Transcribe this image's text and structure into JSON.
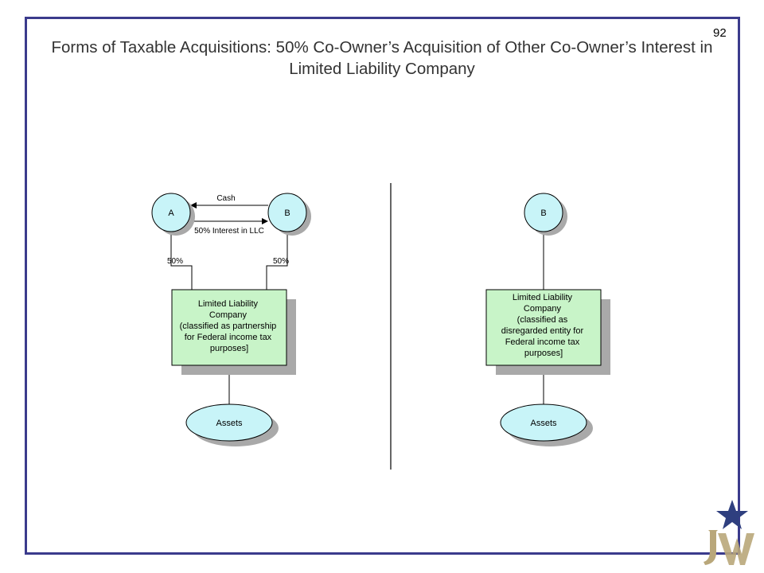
{
  "page_number": "92",
  "title": "Forms of Taxable Acquisitions: 50% Co-Owner’s Acquisition of Other Co-Owner’s Interest in Limited Liability Company",
  "left": {
    "owner_a": "A",
    "owner_b": "B",
    "cash_label": "Cash",
    "interest_label": "50% Interest in LLC",
    "pct_a": "50%",
    "pct_b": "50%",
    "llc_lines": [
      "Limited Liability",
      "Company",
      "(classified as partnership",
      "for Federal income tax",
      "purposes]"
    ],
    "assets": "Assets"
  },
  "right": {
    "owner_b": "B",
    "llc_lines": [
      "Limited Liability",
      "Company",
      "(classified as",
      "disregarded entity for",
      "Federal income tax",
      "purposes]"
    ],
    "assets": "Assets"
  },
  "colors": {
    "frame": "#3b3b8c",
    "circle_fill": "#c8f4f8",
    "box_fill": "#c8f4c8",
    "shadow": "#a9a9a9",
    "logo_star": "#2f3f7f",
    "logo_letters": "#b9a77a"
  },
  "logo": {
    "icon": "star-logo-icon"
  }
}
